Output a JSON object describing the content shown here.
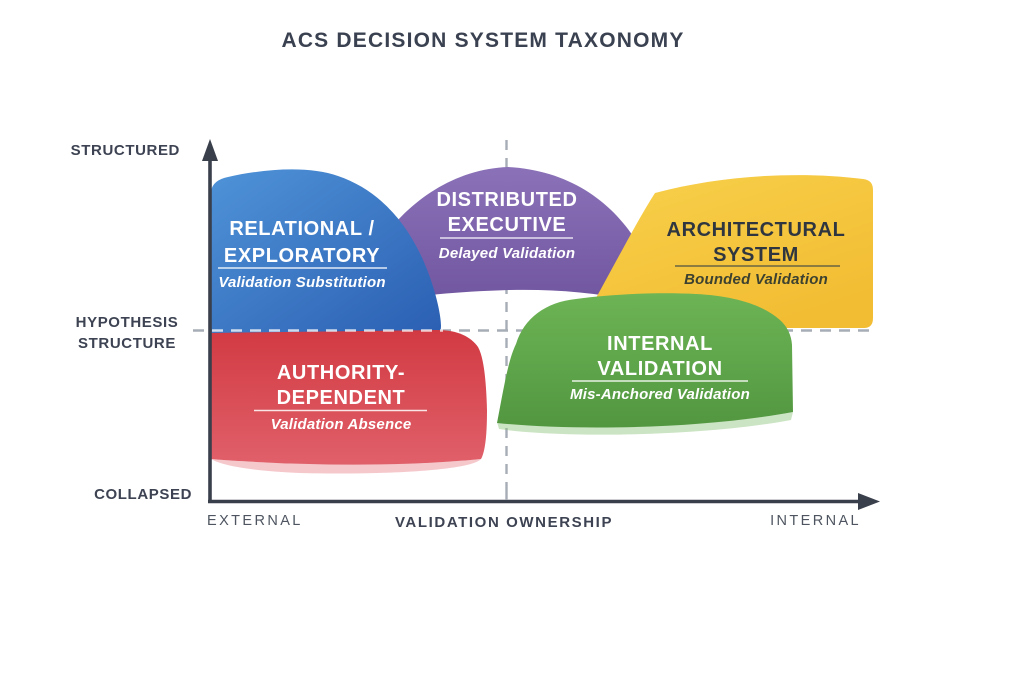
{
  "title": "ACS DECISION SYSTEM TAXONOMY",
  "y_axis": {
    "top_label": "STRUCTURED",
    "mid_label_line1": "HYPOTHESIS",
    "mid_label_line2": "STRUCTURE",
    "bottom_label": "COLLAPSED"
  },
  "x_axis": {
    "left_label": "EXTERNAL",
    "axis_title": "VALIDATION OWNERSHIP",
    "right_label": "INTERNAL"
  },
  "blobs": [
    {
      "id": "relational-exploratory",
      "title_line1": "RELATIONAL /",
      "title_line2": "EXPLORATORY",
      "subtitle": "Validation Substitution",
      "color": "#3a78c8"
    },
    {
      "id": "distributed-executive",
      "title_line1": "DISTRIBUTED",
      "title_line2": "EXECUTIVE",
      "subtitle": "Delayed Validation",
      "color": "#7e62aa"
    },
    {
      "id": "architectural-system",
      "title_line1": "ARCHITECTURAL",
      "title_line2": "SYSTEM",
      "subtitle": "Bounded Validation",
      "color": "#f6c83e"
    },
    {
      "id": "authority-dependent",
      "title_line1": "AUTHORITY-",
      "title_line2": "DEPENDENT",
      "subtitle": "Validation Absence",
      "color": "#d8434a"
    },
    {
      "id": "internal-validation",
      "title_line1": "INTERNAL",
      "title_line2": "VALIDATION",
      "subtitle": "Mis-Anchored Validation",
      "color": "#5fa848"
    }
  ],
  "colors": {
    "axis": "#3a3f4c",
    "dashed_line": "#a7adb6",
    "title_text": "#3a4150"
  }
}
